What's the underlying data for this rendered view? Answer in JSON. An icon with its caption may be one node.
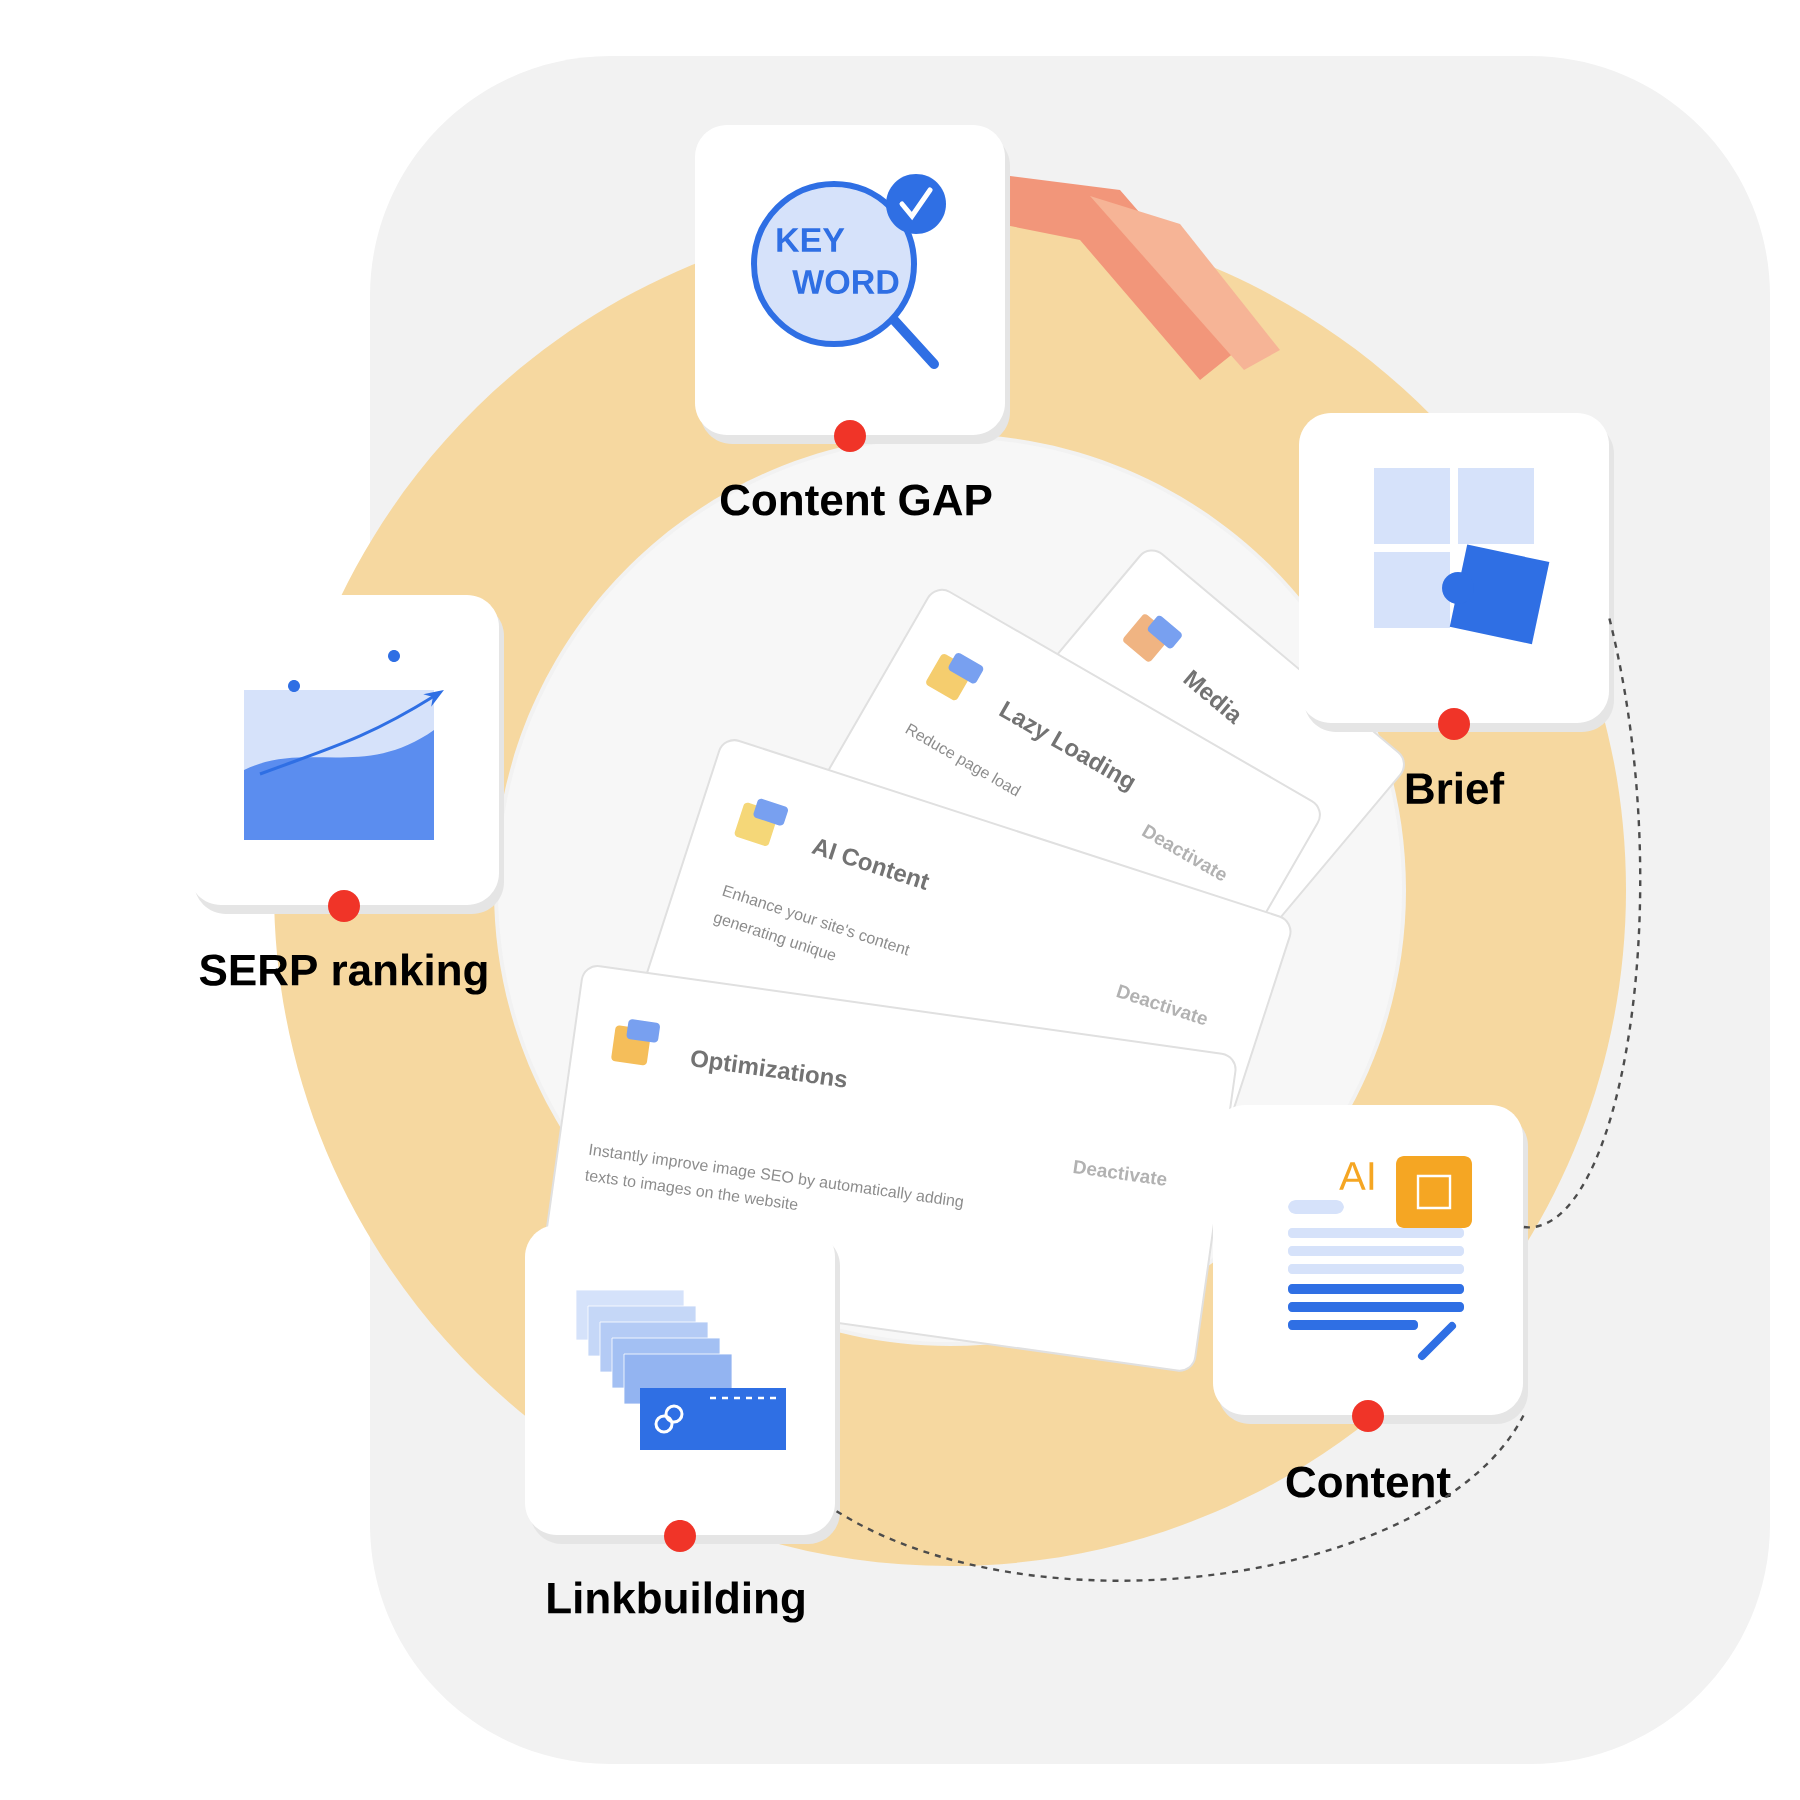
{
  "diagram": {
    "nodes": [
      {
        "text": [
          "Content GAP"
        ]
      },
      {
        "text": [
          "Brief"
        ]
      },
      {
        "text": [
          "SERP ranking"
        ]
      },
      {
        "text": [
          "Content"
        ]
      },
      {
        "text": [
          "Linkbuilding"
        ]
      }
    ],
    "edges": [
      {
        "from": 1,
        "to": 3,
        "arrow": "none",
        "style": "dashed"
      },
      {
        "from": 3,
        "to": 4,
        "arrow": "none",
        "style": "dashed"
      }
    ],
    "labels": [
      "KEY",
      "WORD",
      "Media",
      "Lazy Loading",
      "Reduce page load",
      "Deactivate",
      "AI Content",
      "Enhance your site's content",
      "generating unique",
      "Deactivate",
      "Optimizations",
      "Deactivate",
      "Instantly improve image SEO by automatically adding",
      "texts to images on the website",
      "AI"
    ]
  }
}
